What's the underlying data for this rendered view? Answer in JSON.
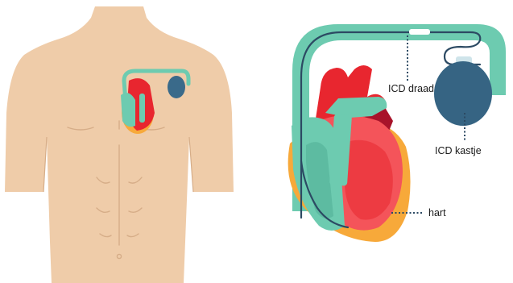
{
  "labels": {
    "lead": "ICD draad",
    "device": "ICD kastje",
    "heart": "hart"
  },
  "colors": {
    "skin": "#efcca9",
    "skin_line": "#d6ad88",
    "teal": "#6dcbb0",
    "teal_dark": "#3f9e86",
    "heart_red": "#e8262f",
    "heart_pink": "#f4545a",
    "heart_dark": "#a8132a",
    "orange": "#f7a93a",
    "device": "#3a6a8a",
    "device_dark": "#254d66",
    "wire": "#2c4a63"
  }
}
